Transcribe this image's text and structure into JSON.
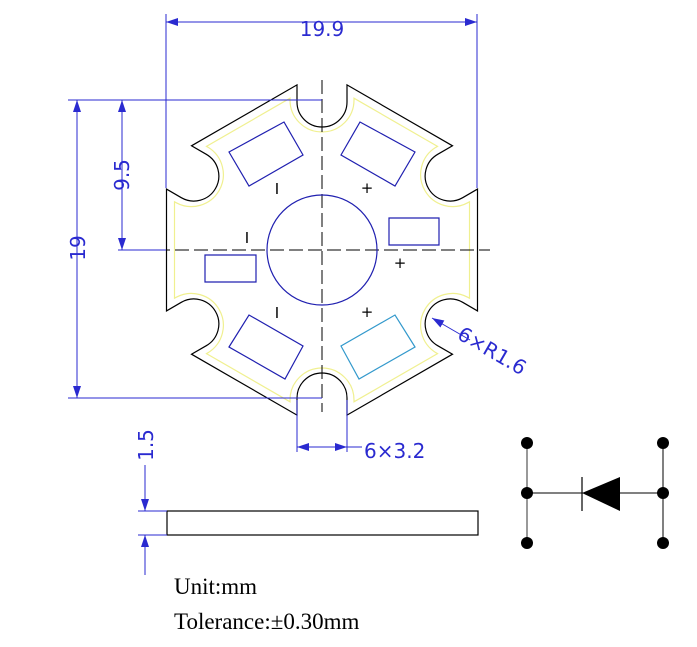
{
  "dimensions": {
    "width": "19.9",
    "height": "19",
    "half_height": "9.5",
    "notch_radius": "6×R1.6",
    "notch_width": "6×3.2",
    "thickness": "1.5"
  },
  "pad_marks": {
    "negative": "I",
    "positive": "+"
  },
  "notes": {
    "unit": "Unit:mm",
    "tolerance": "Tolerance:±0.30mm"
  },
  "colors": {
    "outline": "#000000",
    "dimension": "#2a2ad0",
    "inner_outline": "#f0f090",
    "highlight_pad": "#3399cc"
  }
}
